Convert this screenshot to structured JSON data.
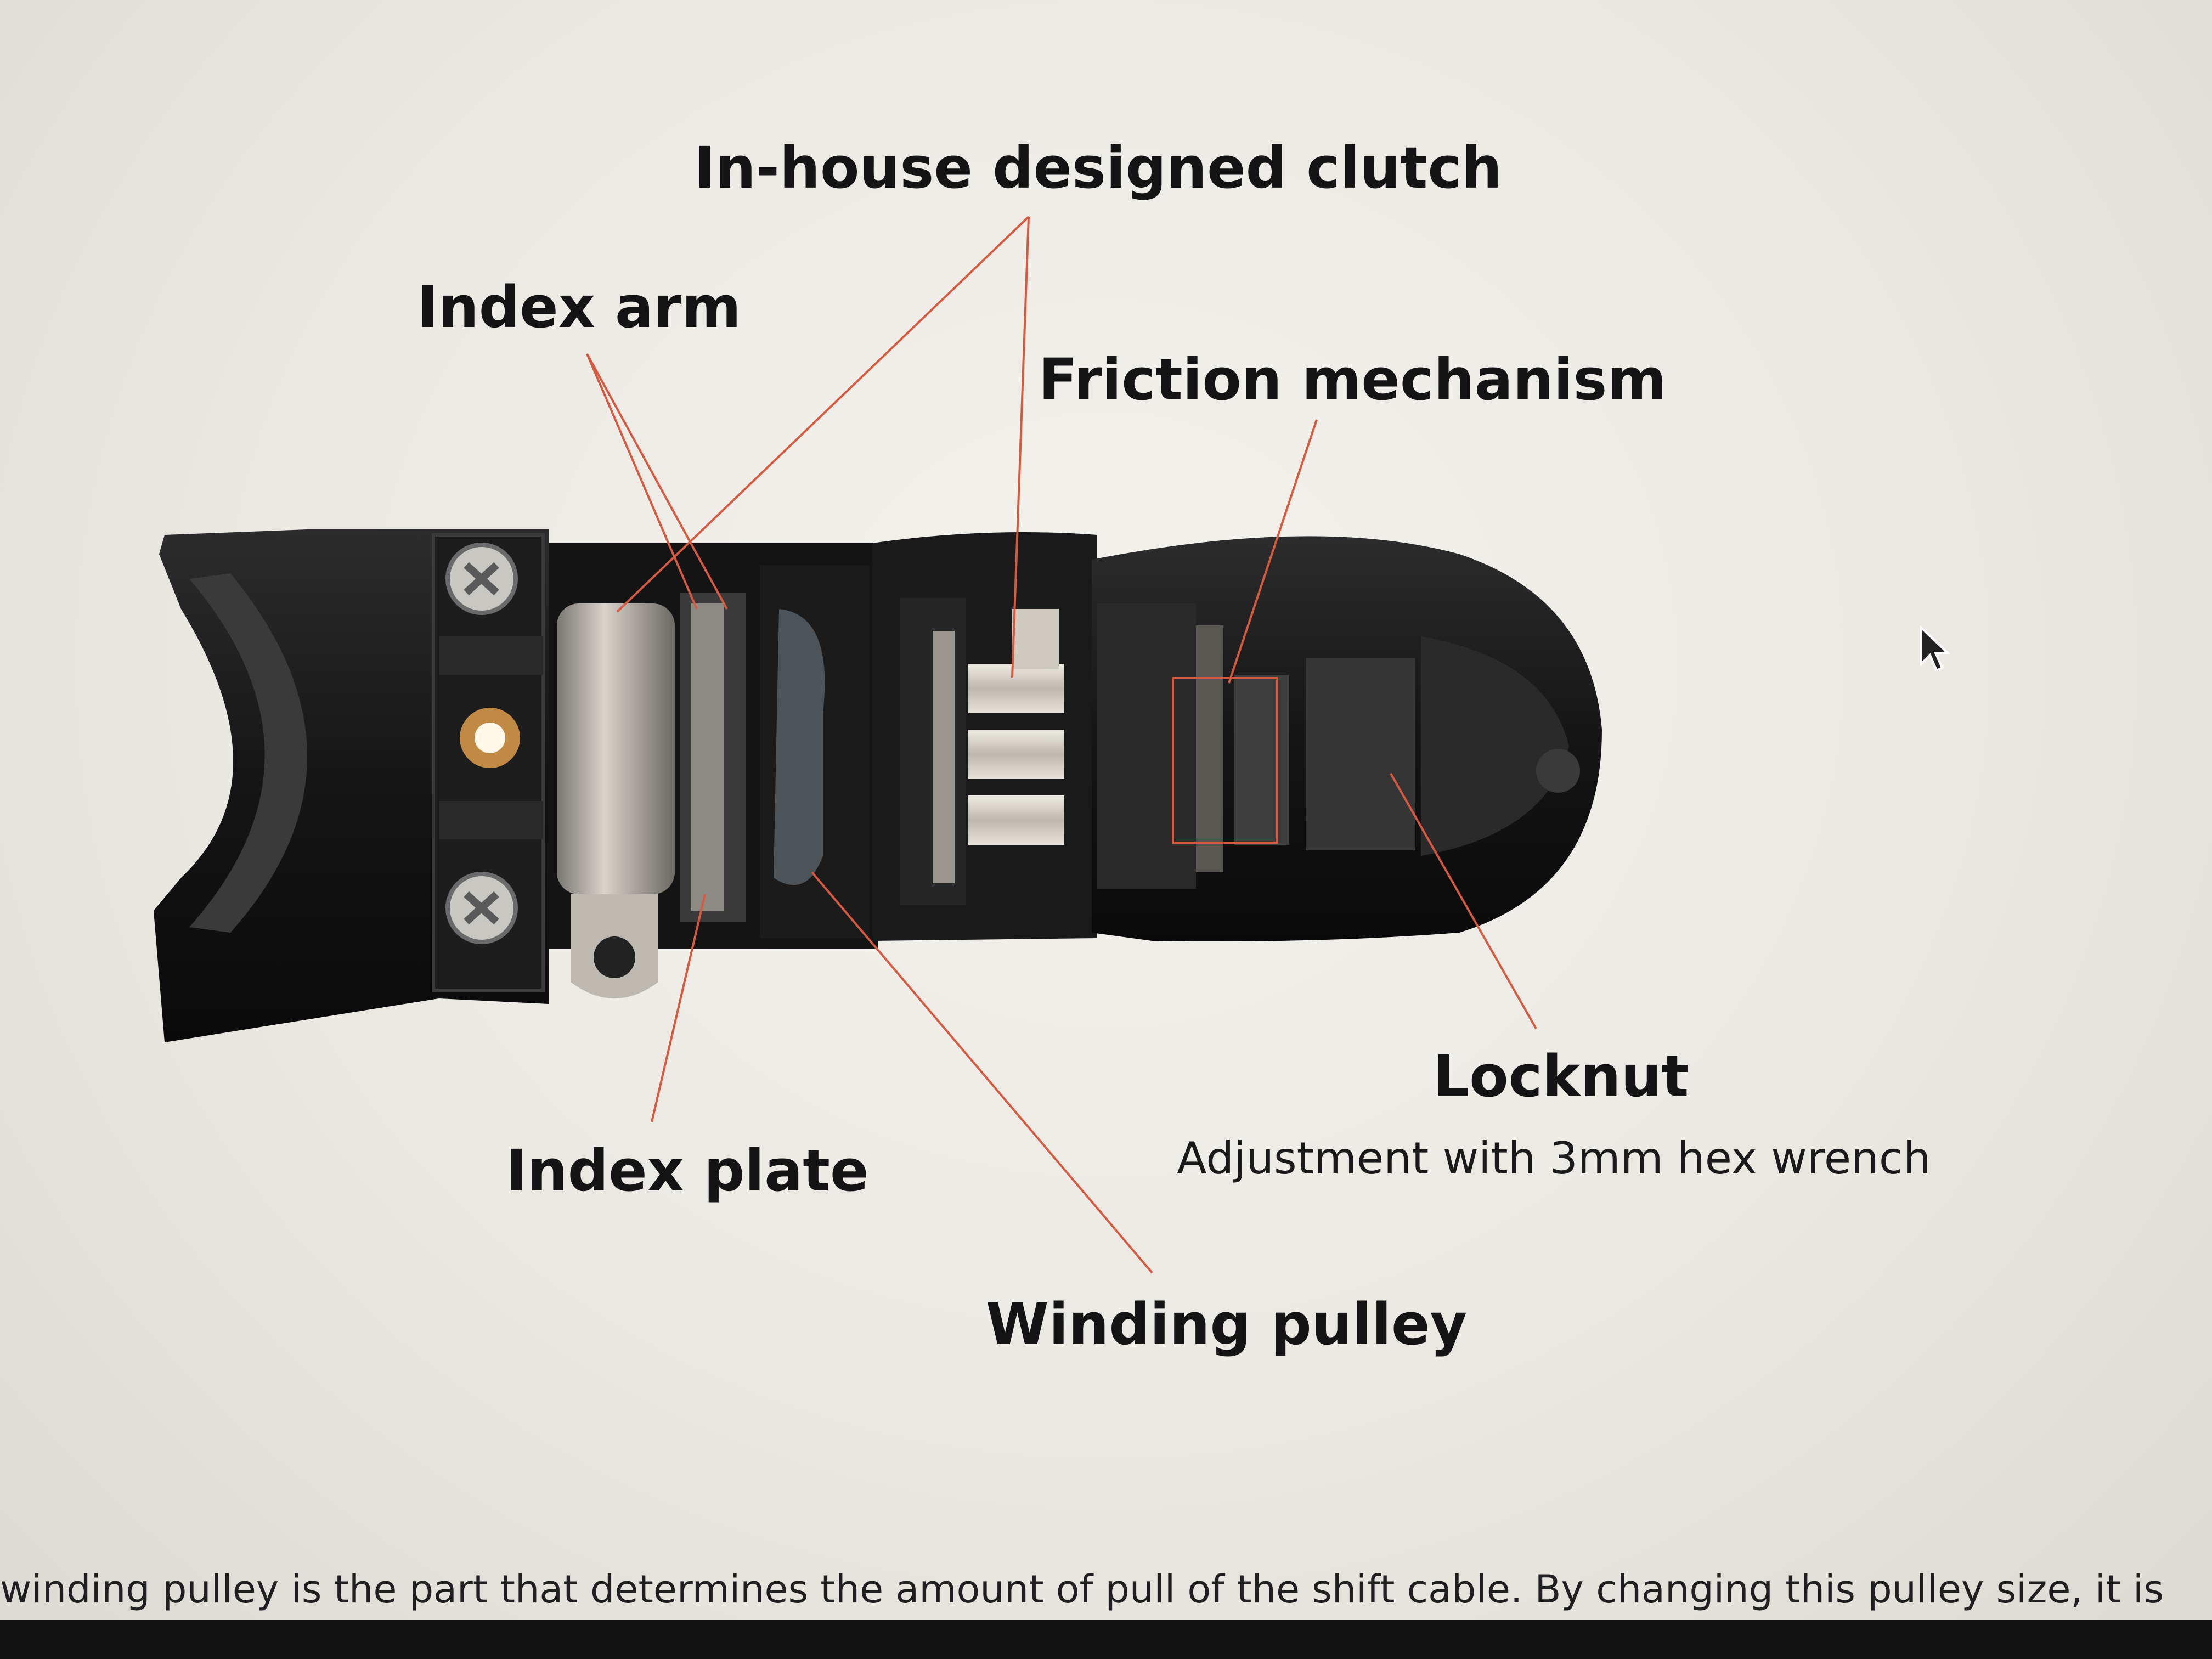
{
  "diagram": {
    "labels": {
      "clutch": "In-house designed clutch",
      "index_arm": "Index arm",
      "friction": "Friction mechanism",
      "locknut": "Locknut",
      "locknut_note": "Adjustment with 3mm hex wrench",
      "index_plate": "Index plate",
      "winding_pulley": "Winding pulley"
    },
    "leader_color": "#d65a40",
    "highlight_color": "#d65a40",
    "caption": "winding pulley is the part that determines the amount of pull of the shift cable. By changing this pulley size, it is"
  },
  "icons": {
    "cursor": "mouse-pointer-icon"
  }
}
